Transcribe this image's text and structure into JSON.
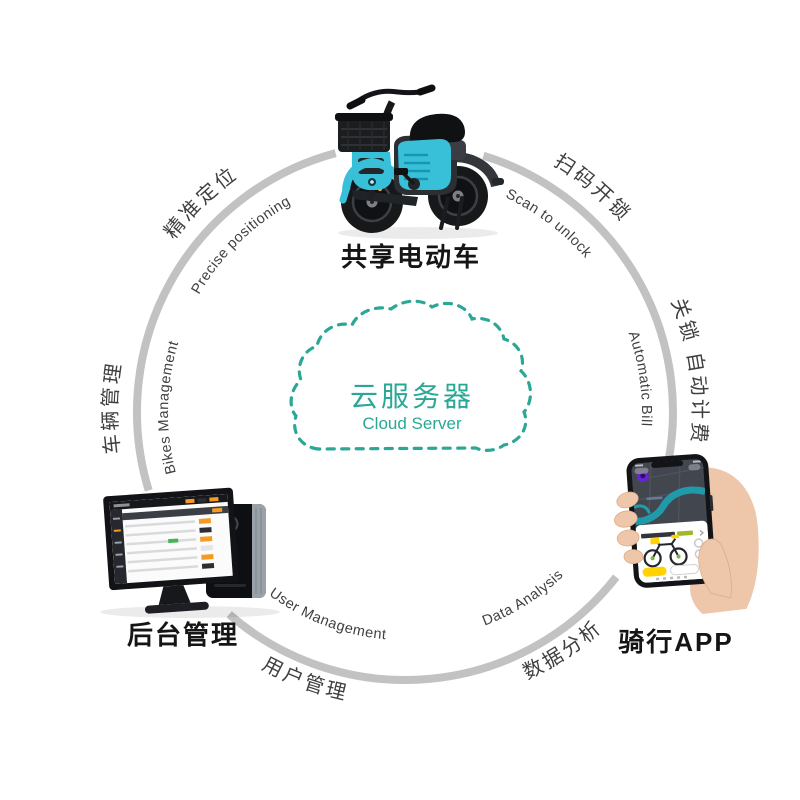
{
  "colors": {
    "background": "#ffffff",
    "arc_gray": "#c2c2c2",
    "teal": "#2ba795",
    "curve_label": "#3f3f3f",
    "node_label": "#151515",
    "bike_cyan": "#38c0d9",
    "dashboard_orange": "#f59b23",
    "app_yellow": "#ffd200",
    "map_teal": "#1f9fae",
    "pin_purple": "#6a22d8",
    "skin": "#eec6aa",
    "skin_shade": "#dca87f"
  },
  "cloud": {
    "title": "云服务器",
    "subtitle": "Cloud Server"
  },
  "nodes": {
    "ebike": {
      "label": "共享电动车"
    },
    "backend": {
      "label": "后台管理"
    },
    "riding_app": {
      "label": "骑行APP"
    }
  },
  "arc_labels": {
    "bikes_management": {
      "zh": "车辆管理",
      "en": "Bikes Management"
    },
    "precise_positioning": {
      "zh": "精准定位",
      "en": "Precise positioning"
    },
    "scan_to_unlock": {
      "zh": "扫码开锁",
      "en": "Scan to unlock"
    },
    "automatic_bill": {
      "zh": "关锁 自动计费",
      "en": "Automatic Bill"
    },
    "data_analysis": {
      "zh": "数据分析",
      "en": "Data Analysis"
    },
    "user_management": {
      "zh": "用户管理",
      "en": "User Management"
    }
  }
}
